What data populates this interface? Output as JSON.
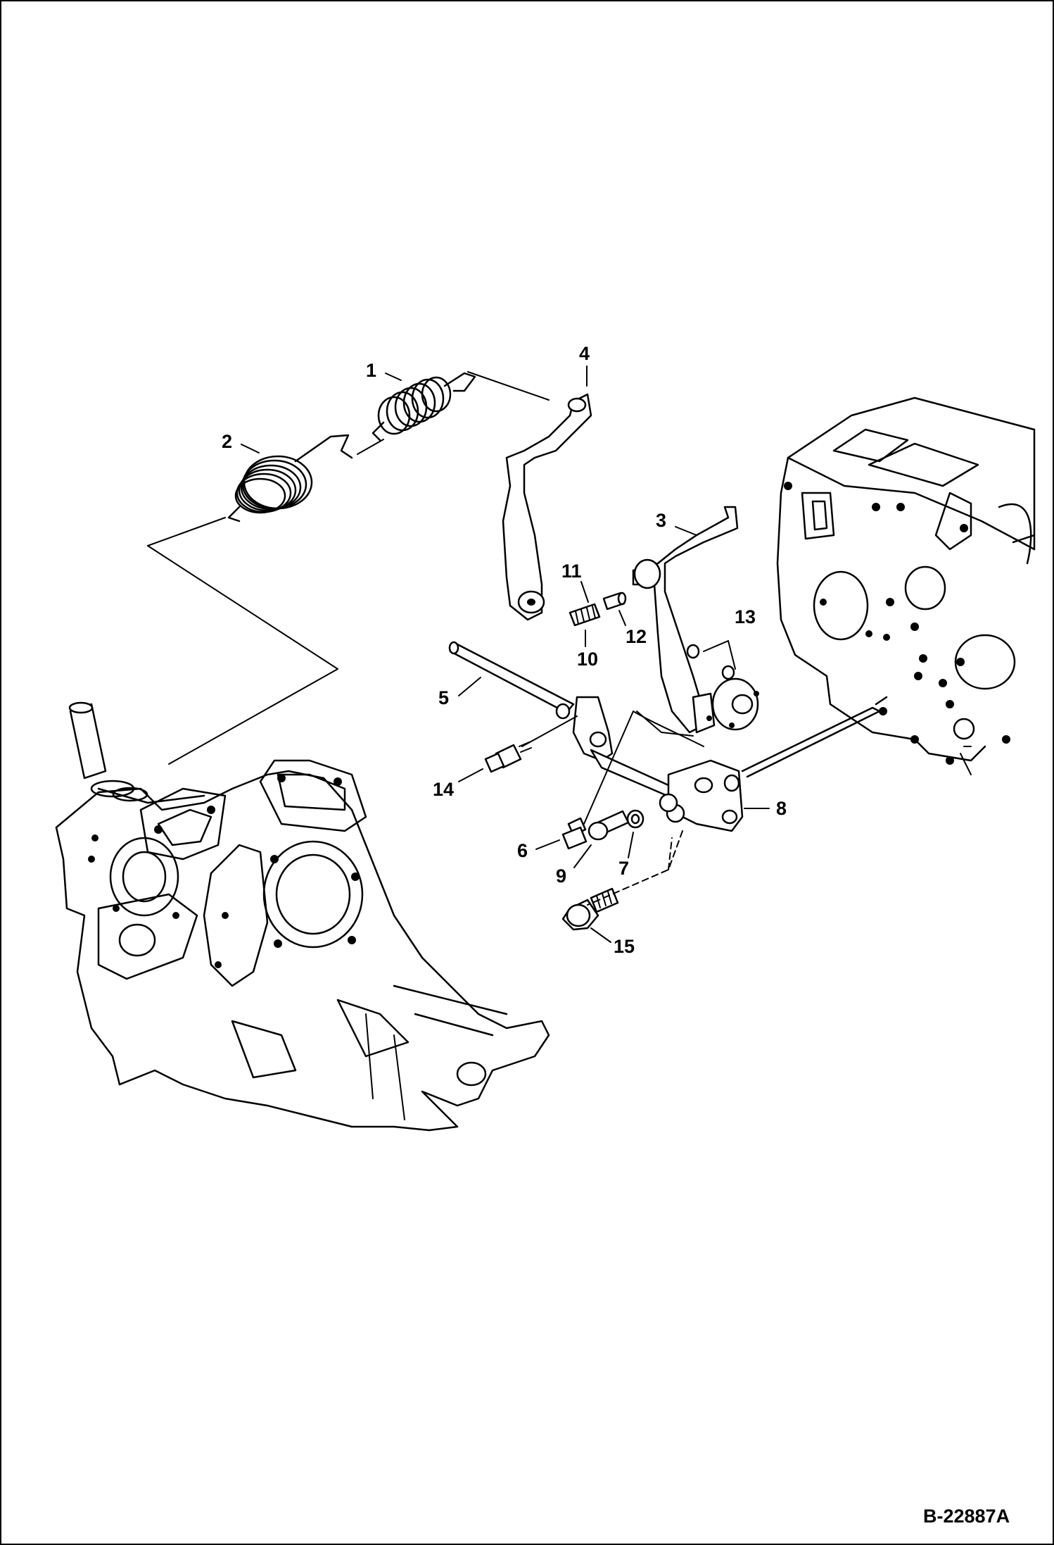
{
  "figure_id": "B-22887A",
  "callouts": [
    "1",
    "2",
    "3",
    "4",
    "5",
    "6",
    "7",
    "8",
    "9",
    "10",
    "11",
    "12",
    "13",
    "14",
    "15"
  ],
  "colors": {
    "ink": "#000000",
    "paper": "#ffffff"
  }
}
